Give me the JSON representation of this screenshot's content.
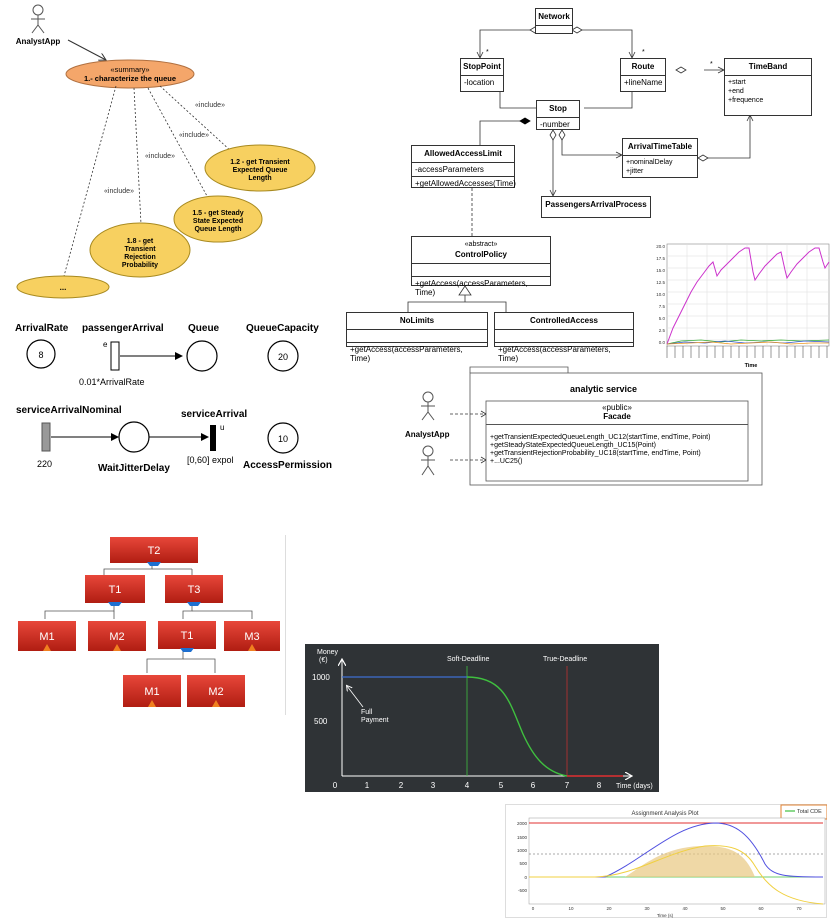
{
  "use_case": {
    "actor": "AnalystApp",
    "summary_stereo": "«summary»",
    "summary_label": "1.- characterize  the queue",
    "uc_12": [
      "1.2 - get Transient",
      "Expected Queue",
      "Length"
    ],
    "uc_15": [
      "1.5 - get Steady",
      "State Expected",
      "Queue Length"
    ],
    "uc_18": [
      "1.8 - get",
      "Transient",
      "Rejection",
      "Probability"
    ],
    "uc_more": "...",
    "include": "«include»"
  },
  "petri": {
    "arrival_rate": "ArrivalRate",
    "arrival_rate_val": "8",
    "passenger_arrival": "passengerArrival",
    "e_label": "e",
    "rate_expr": "0.01*ArrivalRate",
    "queue": "Queue",
    "queue_capacity": "QueueCapacity",
    "queue_capacity_val": "20",
    "service_nominal": "serviceArrivalNominal",
    "service_nominal_val": "220",
    "wait_jitter": "WaitJitterDelay",
    "service_arrival": "serviceArrival",
    "u_label": "u",
    "interval": "[0,60] expol",
    "access_permission": "AccessPermission",
    "access_permission_val": "10"
  },
  "class_diagram": {
    "network": "Network",
    "stop_point": "StopPoint",
    "stop_point_attr": "-location",
    "route": "Route",
    "route_attr": "+lineName",
    "time_band": "TimeBand",
    "time_band_attrs": [
      "+start",
      "+end",
      "+frequence"
    ],
    "stop": "Stop",
    "stop_attr": "-number",
    "allowed": "AllowedAccessLimit",
    "allowed_attr": "-accessParameters",
    "allowed_op": "+getAllowedAccesses(Time)",
    "arrival_tt": "ArrivalTimeTable",
    "arrival_tt_attrs": [
      "+nominalDelay",
      "+jitter"
    ],
    "passengers": "PassengersArrivalProcess",
    "cp_stereo": "«abstract»",
    "cp": "ControlPolicy",
    "cp_op": "+getAccess(accessParameters, Time)",
    "no_limits": "NoLimits",
    "no_limits_op": "+getAccess(accessParameters, Time)",
    "controlled": "ControlledAccess",
    "controlled_op": "+getAccess(accessParameters, Time)",
    "mult_star": "*"
  },
  "small_chart": {
    "xlabel": "Time",
    "yticks": [
      "20.0",
      "17.5",
      "15.0",
      "12.5",
      "10.0",
      "7.5",
      "5.0",
      "2.5",
      "0.0"
    ]
  },
  "component": {
    "title": "analytic service",
    "actor": "AnalystApp",
    "facade_stereo": "«public»",
    "facade": "Facade",
    "ops": [
      "+getTransientExpectedQueueLength_UC12(startTime, endTime, Point)",
      "+getSteadyStateExpectedQueueLength_UC15(Point)",
      "+getTransientRejectionProbability_UC18(startTime, endTime, Point)",
      "+...UC25()"
    ]
  },
  "task_tree": {
    "t2": "T2",
    "t1": "T1",
    "t3": "T3",
    "t1b": "T1",
    "m1": "M1",
    "m2": "M2",
    "m3": "M3",
    "m1b": "M1",
    "m2b": "M2"
  },
  "money_chart": {
    "ylabel": "Money",
    "yunit": "(€)",
    "soft": "Soft-Deadline",
    "hard": "True-Deadline",
    "full_payment": [
      "Full",
      "Payment"
    ],
    "y_ticks": [
      "1000",
      "500"
    ],
    "x_ticks": [
      "0",
      "1",
      "2",
      "3",
      "4",
      "5",
      "6",
      "7",
      "8"
    ],
    "xlabel": "Time (days)",
    "colors": {
      "bg": "#2f3336",
      "blue": "#3d6fd1",
      "green": "#3fbf3f",
      "red": "#e03030"
    }
  },
  "chart_data": {
    "type": "line",
    "title": "Assignment Analysis Plot",
    "legend": "Total CDE",
    "y_ticks": [
      "2000",
      "1500",
      "1000",
      "500",
      "0",
      "-500"
    ],
    "x_ticks": [
      "0",
      "10",
      "20",
      "30",
      "40",
      "50",
      "60",
      "70"
    ],
    "xlabel": "Time (s)"
  }
}
